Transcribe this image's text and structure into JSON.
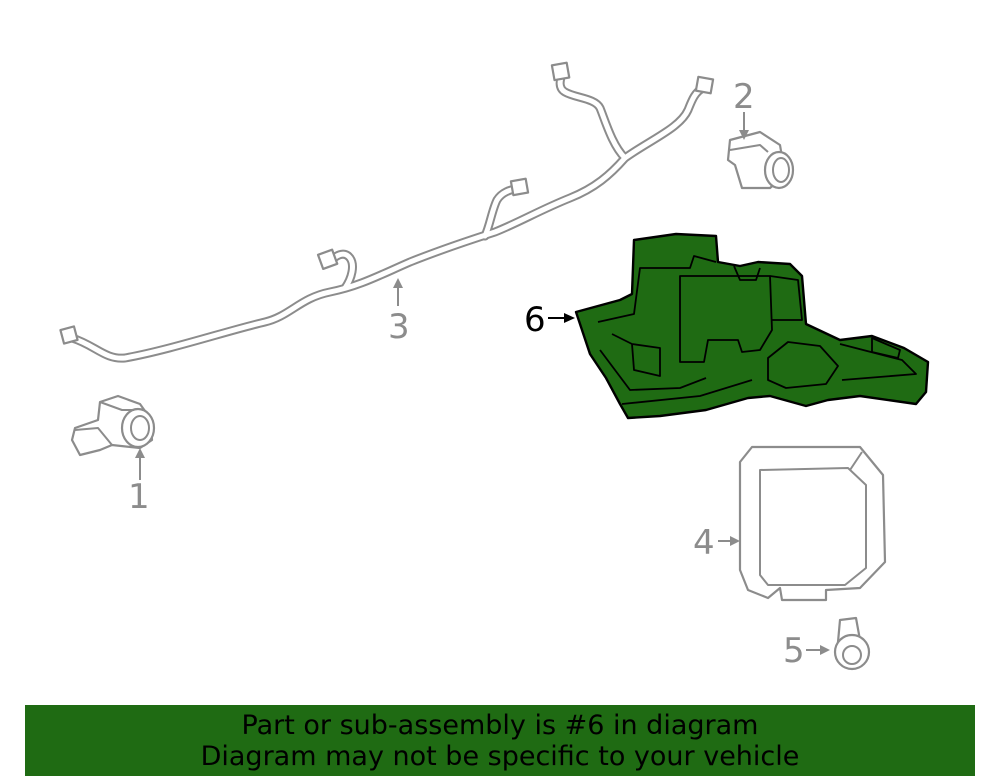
{
  "callouts": {
    "c1": "1",
    "c2": "2",
    "c3": "3",
    "c4": "4",
    "c5": "5",
    "c6": "6"
  },
  "highlight_part": "6",
  "colors": {
    "highlight_fill": "#1f6b13",
    "banner_bg": "#1f6b13",
    "line_gray": "#8c8c8c"
  },
  "banner": {
    "line1": "Part or sub-assembly is #6 in diagram",
    "line2": "Diagram may not be specific to your vehicle"
  }
}
